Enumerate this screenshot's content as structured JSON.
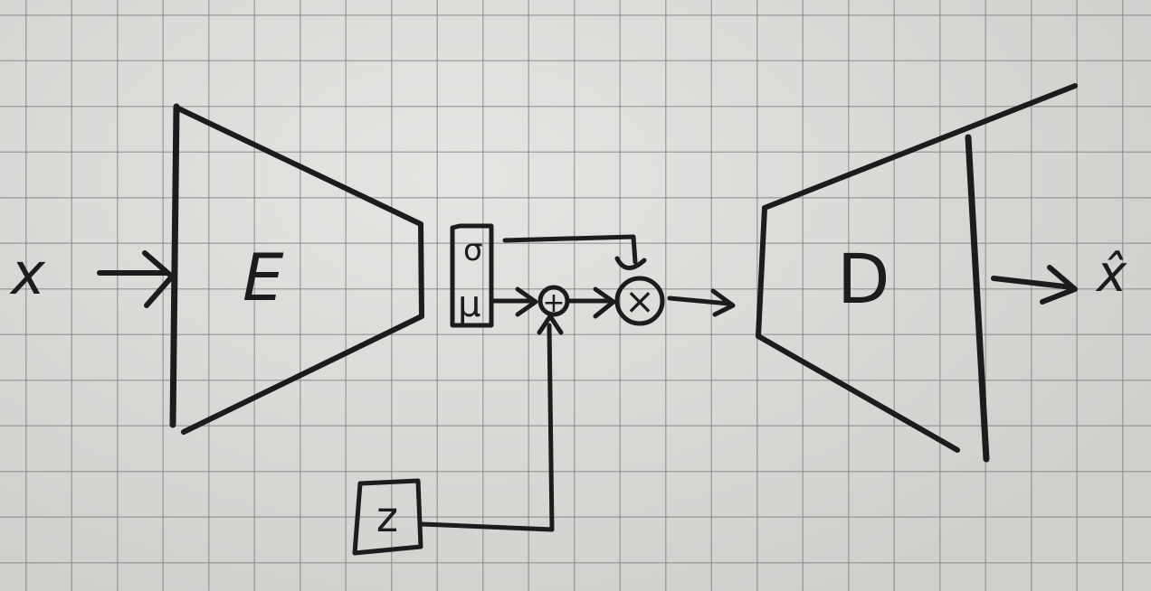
{
  "labels": {
    "input": "x",
    "encoder": "E",
    "sigma": "σ",
    "mu": "μ",
    "plus": "+",
    "times": "×",
    "noise": "z",
    "decoder": "D",
    "output": "x̂"
  },
  "colors": {
    "paper": "#dcdcd9",
    "grid": "#78787d",
    "ink": "#1c1c1f"
  }
}
